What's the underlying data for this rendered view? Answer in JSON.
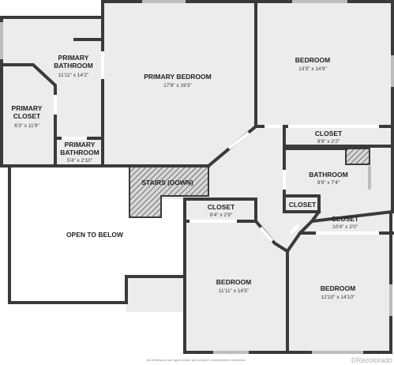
{
  "rooms": {
    "primary_bathroom": {
      "name": "PRIMARY\nBATHROOM",
      "dims": "11'11\" x 14'2\""
    },
    "primary_bedroom": {
      "name": "PRIMARY BEDROOM",
      "dims": "17'9\" x 19'3\""
    },
    "bedroom_ne": {
      "name": "BEDROOM",
      "dims": "13'3\" x 14'9\""
    },
    "primary_closet": {
      "name": "PRIMARY\nCLOSET",
      "dims": "6'3\" x 11'9\""
    },
    "primary_bathroom_small": {
      "name": "PRIMARY\nBATHROOM",
      "dims": "5'4\" x 2'10\""
    },
    "closet_ne": {
      "name": "CLOSET",
      "dims": "9'9\" x 2'2\""
    },
    "bathroom": {
      "name": "BATHROOM",
      "dims": "9'9\" x 7'4\""
    },
    "closet_small": {
      "name": "CLOSET"
    },
    "stairs": {
      "name": "STAIRS (DOWN)"
    },
    "open_to_below": {
      "name": "OPEN TO BELOW"
    },
    "closet_center": {
      "name": "CLOSET",
      "dims": "8'4\" x 2'9\""
    },
    "closet_se": {
      "name": "CLOSET",
      "dims": "10'4\" x 2'0\""
    },
    "bedroom_sw": {
      "name": "BEDROOM",
      "dims": "11'11\" x 14'5\""
    },
    "bedroom_se": {
      "name": "BEDROOM",
      "dims": "12'10\" x 14'10\""
    }
  },
  "footer": {
    "disclaimer": "All dimensions are approximate and subject to independent verification."
  },
  "brand": {
    "watermark": "©Recolorado"
  },
  "colors": {
    "wall": "#3a3a3a",
    "floor": "#ececec",
    "stairs_hatch": "#555555"
  }
}
